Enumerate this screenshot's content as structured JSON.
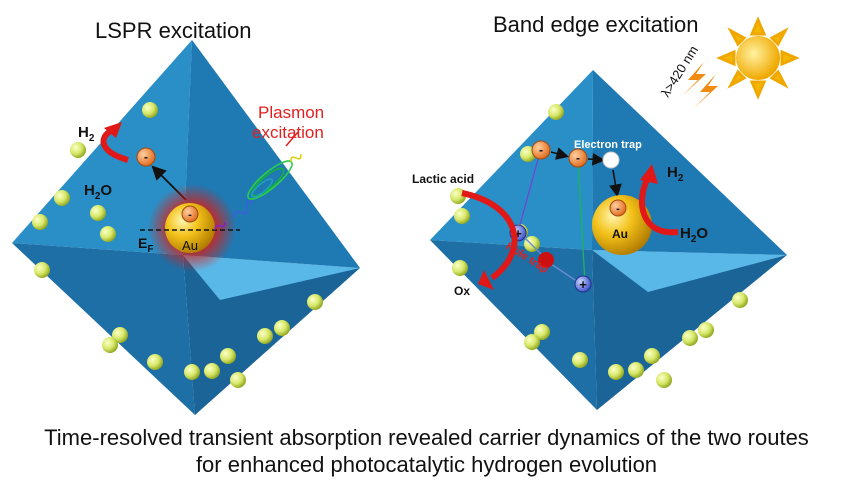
{
  "left_panel": {
    "title": "LSPR excitation",
    "h2_label": "H",
    "h2_sub": "2",
    "h2o_prefix": "H",
    "h2o_sub": "2",
    "h2o_suffix": "O",
    "plasmon_line1": "Plasmon",
    "plasmon_line2": "excitation",
    "ef_label": "E",
    "ef_sub": "F",
    "au_label": "Au",
    "electron_symbol": "-"
  },
  "right_panel": {
    "title": "Band edge excitation",
    "wavelength_label": "λ>420 nm",
    "electron_trap_label": "Electron trap",
    "hole_trap_label": "Hole trap",
    "lactic_acid_label": "Lactic acid",
    "ox_label": "Ox",
    "h2_label": "H",
    "h2_sub": "2",
    "h2o_prefix": "H",
    "h2o_sub": "2",
    "h2o_suffix": "O",
    "au_label": "Au",
    "electron_symbol": "-",
    "hole_symbol": "+"
  },
  "caption": {
    "line1": "Time-resolved transient absorption revealed carrier dynamics of the two routes",
    "line2": "for enhanced photocatalytic hydrogen evolution"
  },
  "colors": {
    "crystal_main": "#1e7fb8",
    "crystal_light": "#4fb3e6",
    "crystal_dark": "#1b5f8f",
    "gold": "#e6b800",
    "plasmon_glow": "#e02020",
    "arrow_red": "#e01818",
    "text_red": "#e02020",
    "sun": "#f5b800"
  }
}
